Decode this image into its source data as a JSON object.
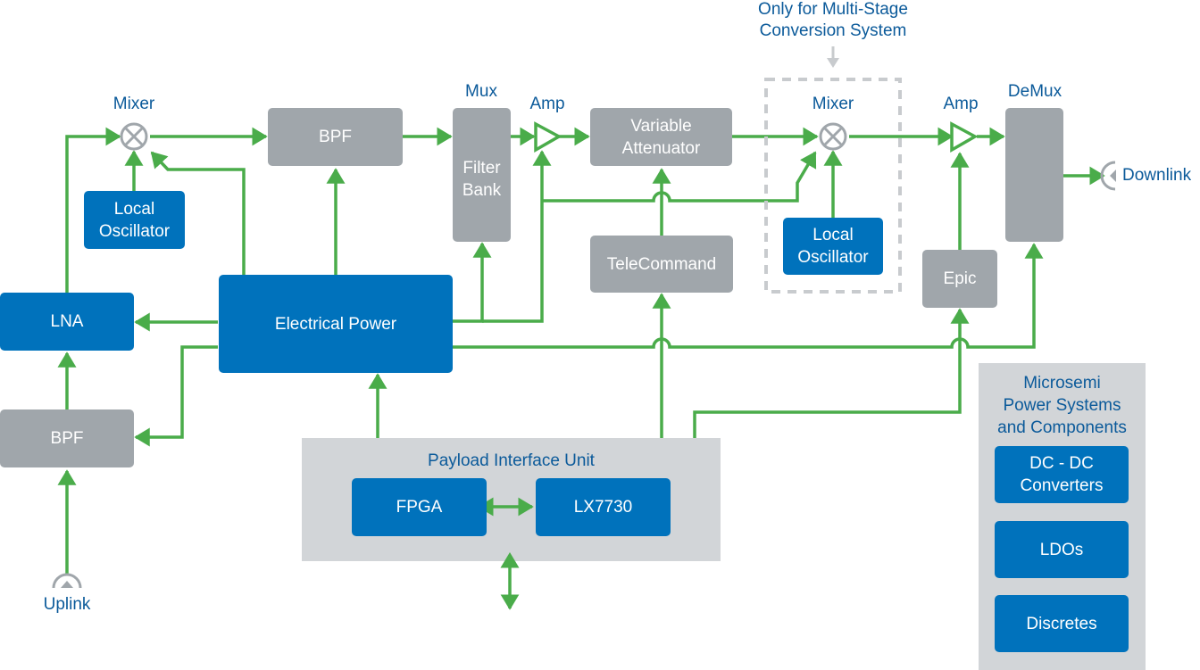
{
  "colors": {
    "signal": "#4aac4a",
    "blue_block": "#0072bc",
    "gray_block": "#a0a6ab",
    "panel": "#d2d5d8",
    "label": "#0b5a9a",
    "dashed": "#c8cbce"
  },
  "labels": {
    "mixer1": "Mixer",
    "mixer2": "Mixer",
    "mux": "Mux",
    "amp1": "Amp",
    "amp2": "Amp",
    "demux": "DeMux",
    "downlink": "Downlink",
    "uplink": "Uplink",
    "multistage_note": [
      "Only for Multi-Stage",
      "Conversion System"
    ]
  },
  "blocks": {
    "bpf_top": "BPF",
    "filter_bank": [
      "Filter",
      "Bank"
    ],
    "variable_attenuator": [
      "Variable",
      "Attenuator"
    ],
    "local_osc1": [
      "Local",
      "Oscillator"
    ],
    "local_osc2": [
      "Local",
      "Oscillator"
    ],
    "telecommand": "TeleCommand",
    "lna": "LNA",
    "electrical_power": "Electrical Power",
    "bpf_bottom": "BPF",
    "epic": "Epic"
  },
  "piu": {
    "title": "Payload Interface Unit",
    "fpga": "FPGA",
    "lx7730": "LX7730"
  },
  "microsemi": {
    "title": [
      "Microsemi",
      "Power Systems",
      "and Components"
    ],
    "items": [
      [
        "DC - DC",
        "Converters"
      ],
      [
        "LDOs"
      ],
      [
        "Discretes"
      ]
    ]
  }
}
